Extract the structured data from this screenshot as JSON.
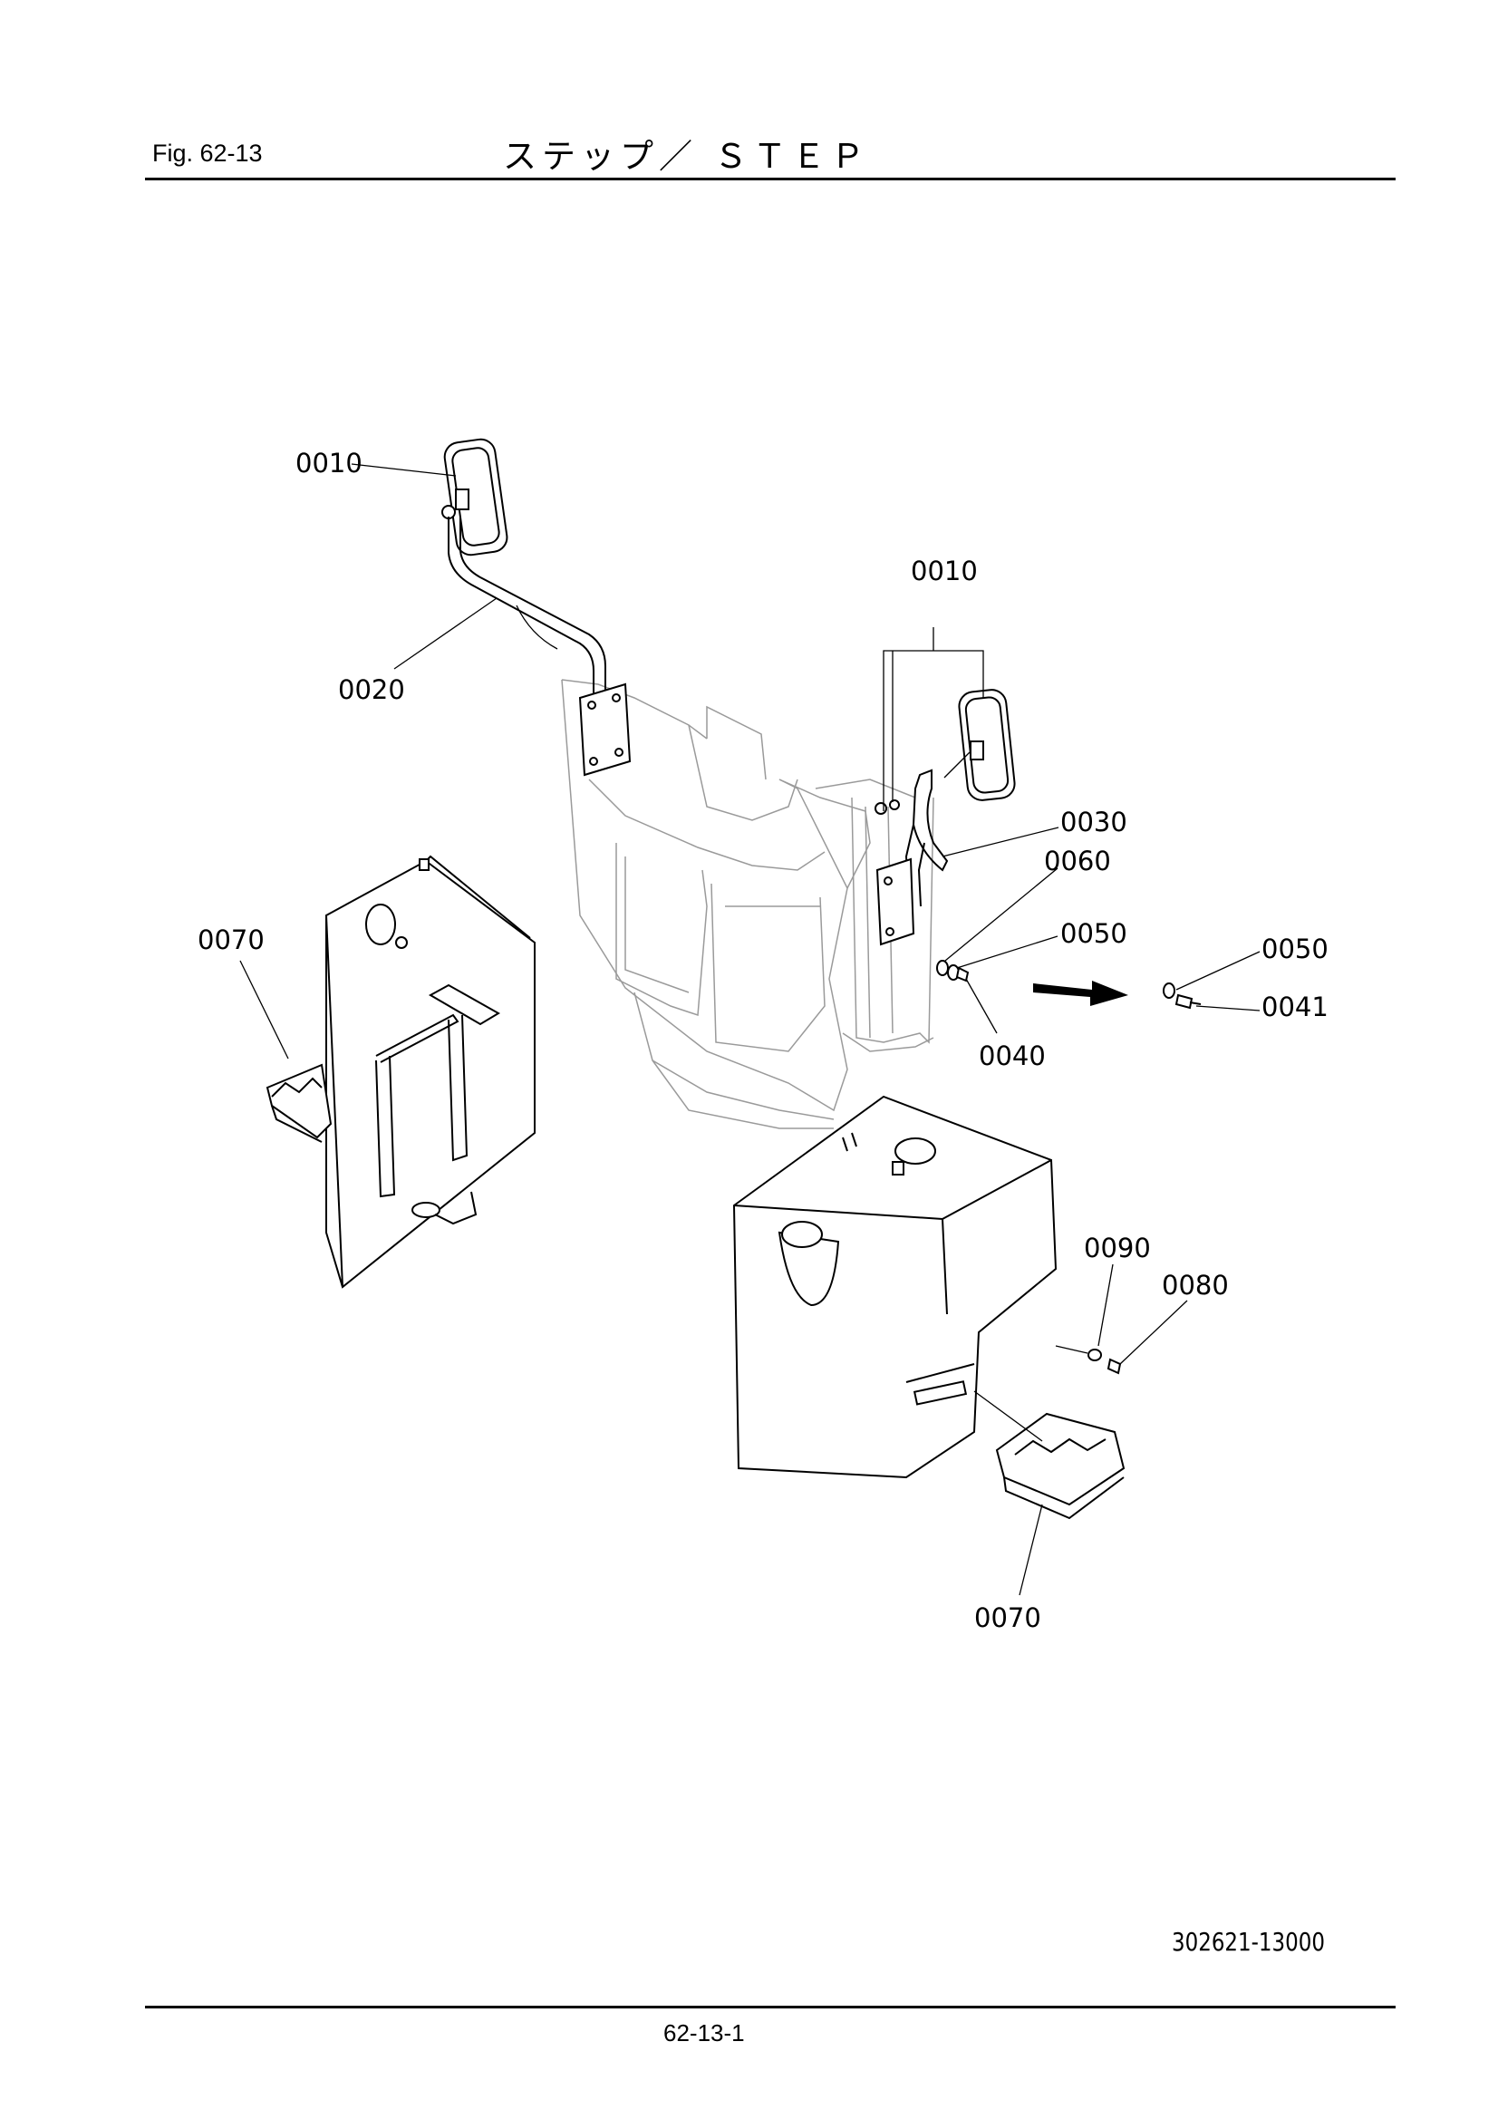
{
  "header": {
    "figure_number": "Fig.  62-13",
    "title": "ステップ／ ＳＴＥＰ"
  },
  "callouts": {
    "mirror_left": "0010",
    "mirror_right": "0010",
    "mirror_arm": "0020",
    "bracket": "0030",
    "washer_0060": "0060",
    "washer_0050": "0050",
    "bolt_0040": "0040",
    "washer_0050_alt": "0050",
    "bolt_0041": "0041",
    "step_left": "0070",
    "step_right": "0070",
    "washer_0090": "0090",
    "bolt_0080": "0080"
  },
  "footer": {
    "drawing_number": "302621-13000",
    "page_number": "62-13-1"
  }
}
